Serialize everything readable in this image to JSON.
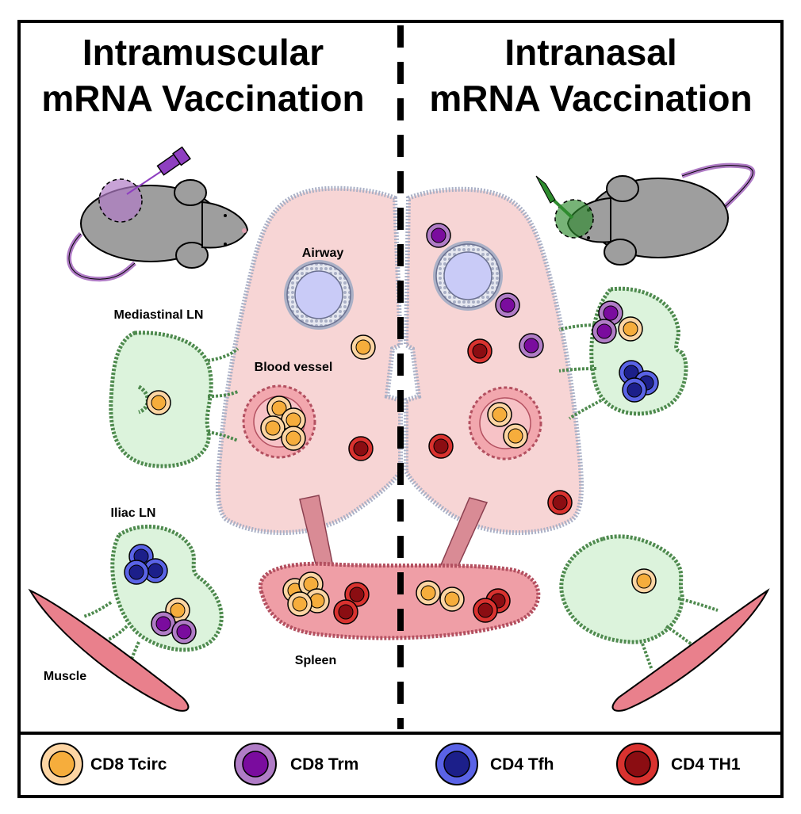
{
  "titles": {
    "left_line1": "Intramuscular",
    "left_line2": "mRNA Vaccination",
    "right_line1": "Intranasal",
    "right_line2": "mRNA Vaccination"
  },
  "labels": {
    "airway": "Airway",
    "blood_vessel": "Blood vessel",
    "mediastinal_ln": "Mediastinal LN",
    "iliac_ln": "Iliac LN",
    "muscle": "Muscle",
    "spleen": "Spleen"
  },
  "legend": [
    {
      "key": "cd8_tcirc",
      "label": "CD8 Tcirc",
      "outer": "#fdd5a3",
      "inner": "#f6ad3c"
    },
    {
      "key": "cd8_trm",
      "label": "CD8 Trm",
      "outer": "#b07cc6",
      "inner": "#7a0c9e"
    },
    {
      "key": "cd4_tfh",
      "label": "CD4 Tfh",
      "outer": "#5a63e6",
      "inner": "#1c1f8a"
    },
    {
      "key": "cd4_th1",
      "label": "CD4 TH1",
      "outer": "#d9322f",
      "inner": "#8b0d12"
    }
  ],
  "colors": {
    "lung_fill": "#f7d5d5",
    "ln_fill": "#dcf3dc",
    "ln_border": "#4e8a4e",
    "airway_fill": "#c9cbf7",
    "vessel_fill": "#f2a7ae",
    "spleen_fill": "#ef9ea6",
    "muscle_fill": "#e9808c",
    "mouse_fill": "#9e9e9e",
    "syringe_color": "#8e3fc0",
    "nasal_applicator_color": "#2e8b2e"
  }
}
